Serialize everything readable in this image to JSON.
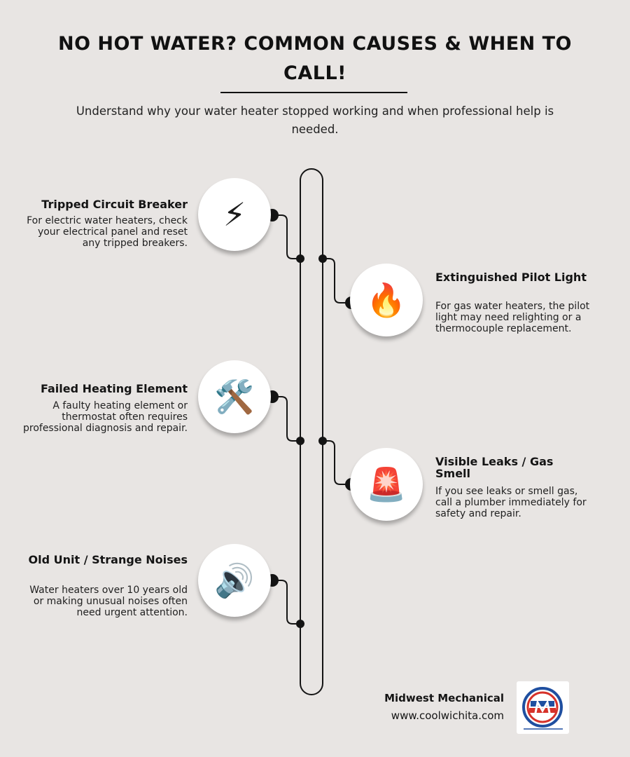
{
  "header": {
    "title": "NO HOT WATER? COMMON CAUSES & WHEN TO CALL!",
    "subtitle": "Understand why your water heater stopped working and when professional help is needed."
  },
  "items": [
    {
      "title": "Tripped Circuit Breaker",
      "description": "For electric water heaters, check your electrical panel and reset any tripped breakers.",
      "icon": "lightning-icon",
      "glyph": "⚡",
      "side": "left"
    },
    {
      "title": "Extinguished Pilot Light",
      "description": "For gas water heaters, the pilot light may need relighting or a thermocouple replacement.",
      "icon": "fire-icon",
      "glyph": "🔥",
      "side": "right"
    },
    {
      "title": "Failed Heating Element",
      "description": "A faulty heating element or thermostat often requires professional diagnosis and repair.",
      "icon": "tools-icon",
      "glyph": "🛠️",
      "side": "left"
    },
    {
      "title": "Visible Leaks / Gas Smell",
      "description": "If you see leaks or smell gas, call a plumber immediately for safety and repair.",
      "icon": "siren-icon",
      "glyph": "🚨",
      "side": "right"
    },
    {
      "title": "Old Unit / Strange Noises",
      "description": "Water heaters over 10 years old or making unusual noises often need urgent attention.",
      "icon": "speaker-icon",
      "glyph": "🔊",
      "side": "left"
    }
  ],
  "footer": {
    "company": "Midwest Mechanical",
    "website": "www.coolwichita.com",
    "logo_icon": "company-logo-icon"
  },
  "colors": {
    "background": "#e8e5e3",
    "line": "#141414",
    "logo_blue": "#1f4fa0",
    "logo_red": "#d6322a"
  }
}
